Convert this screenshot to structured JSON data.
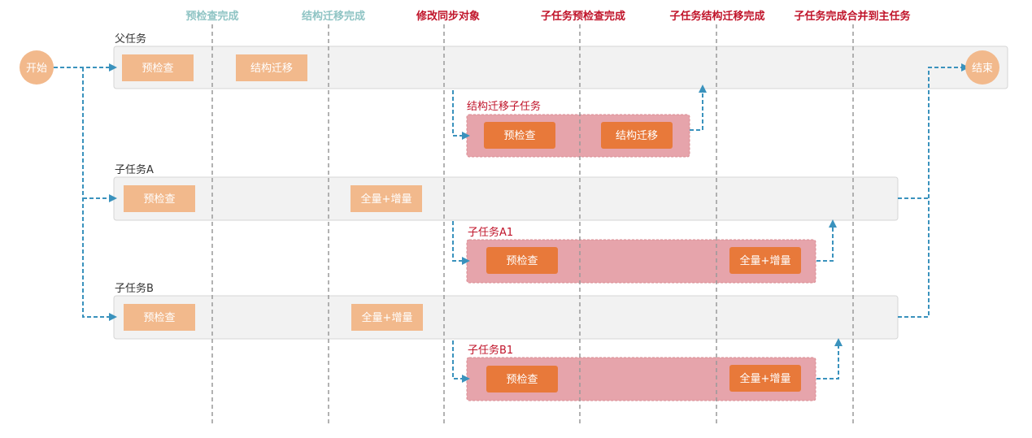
{
  "milestones": {
    "precheck_done": "预检查完成",
    "schema_done": "结构迁移完成",
    "modify_sync": "修改同步对象",
    "child_precheck_done": "子任务预检查完成",
    "child_schema_done": "子任务结构迁移完成",
    "merge_done": "子任务完成合并到主任务"
  },
  "nodes": {
    "start": "开始",
    "end": "结束"
  },
  "lanes": {
    "parent": {
      "title": "父任务",
      "step1": "预检查",
      "step2": "结构迁移"
    },
    "schema_child": {
      "title": "结构迁移子任务",
      "step1": "预检查",
      "step2": "结构迁移"
    },
    "child_a": {
      "title": "子任务A",
      "step1": "预检查",
      "step2": "全量+增量"
    },
    "child_a1": {
      "title": "子任务A1",
      "step1": "预检查",
      "step2": "全量+增量"
    },
    "child_b": {
      "title": "子任务B",
      "step1": "预检查",
      "step2": "全量+增量"
    },
    "child_b1": {
      "title": "子任务B1",
      "step1": "预检查",
      "step2": "全量+增量"
    }
  },
  "colors": {
    "lane_bg": "#f2f2f2",
    "sub_lane_bg": "#e6a4ab",
    "step_light": "#f2b98c",
    "step_dark": "#e8793a",
    "flow_arrow": "#3a92bd",
    "milestone_grey": "#8fc4c4",
    "milestone_red": "#c0142a"
  }
}
